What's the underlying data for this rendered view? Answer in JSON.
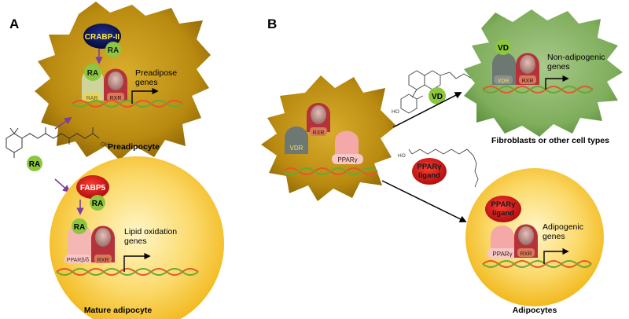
{
  "panel_a": {
    "label": "A",
    "preadipocyte": {
      "binding_protein": "CRABP-II",
      "ligand": "RA",
      "bound_ligand": "RA",
      "receptor_left": "RAR",
      "receptor_right": "RXR",
      "target_genes_line1": "Preadipose",
      "target_genes_line2": "genes",
      "cell_name": "Preadipocyte"
    },
    "free_ligand": "RA",
    "acid_group": "OH",
    "adipocyte": {
      "binding_protein": "FABP5",
      "ligand": "RA",
      "bound_ligand": "RA",
      "receptor_left": "PPARβ/δ",
      "receptor_right": "RXR",
      "target_genes_line1": "Lipid oxidation",
      "target_genes_line2": "genes",
      "cell_name": "Mature adipocyte"
    }
  },
  "panel_b": {
    "label": "B",
    "source_cell": {
      "receptor_top": "RXR",
      "receptor_vdr": "VDR",
      "receptor_ppar": "PPARγ"
    },
    "vd_ligand": "VD",
    "vd_oh": "HO",
    "ppar_ligand_line1": "PPARγ",
    "ppar_ligand_line2": "ligand",
    "fatty_acid_oh": "HO",
    "fibroblast": {
      "ligand": "VD",
      "receptor_left": "VDR",
      "receptor_right": "RXR",
      "target_genes_line1": "Non-adipogenic",
      "target_genes_line2": "genes",
      "cell_name": "Fibroblasts or other cell types"
    },
    "adipocytes": {
      "ligand_line1": "PPARγ",
      "ligand_line2": "ligand",
      "receptor_left": "PPARγ",
      "receptor_right": "RXR",
      "target_genes_line1": "Adipogenic",
      "target_genes_line2": "genes",
      "cell_name": "Adipocytes"
    }
  },
  "colors": {
    "gold_cell": "#b98a10",
    "green_cell": "#7fae5c",
    "yellow_cell": "#f6c936",
    "ra_green": "#8dc63f",
    "rxr_red": "#b5323a",
    "vdr_gray": "#6e7873",
    "ppar_pink": "#f4a8a8",
    "ligand_red": "#e0161b",
    "arrow_purple": "#7b3fa0"
  }
}
